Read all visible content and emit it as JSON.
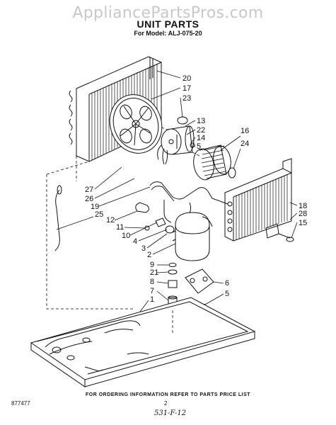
{
  "watermark": "AppliancePartsPros.com",
  "header": {
    "title": "UNIT PARTS",
    "subtitle": "For Model: ALJ-075-20"
  },
  "callouts": [
    {
      "key": "p20",
      "label": "20"
    },
    {
      "key": "p17",
      "label": "17"
    },
    {
      "key": "p23",
      "label": "23"
    },
    {
      "key": "p13",
      "label": "13"
    },
    {
      "key": "p22",
      "label": "22"
    },
    {
      "key": "p14",
      "label": "14"
    },
    {
      "key": "p5b",
      "label": "5"
    },
    {
      "key": "p16",
      "label": "16"
    },
    {
      "key": "p24",
      "label": "24"
    },
    {
      "key": "p27",
      "label": "27"
    },
    {
      "key": "p26",
      "label": "26"
    },
    {
      "key": "p19",
      "label": "19"
    },
    {
      "key": "p25",
      "label": "25"
    },
    {
      "key": "p12",
      "label": "12"
    },
    {
      "key": "p11",
      "label": "11"
    },
    {
      "key": "p10",
      "label": "10"
    },
    {
      "key": "p4",
      "label": "4"
    },
    {
      "key": "p3",
      "label": "3"
    },
    {
      "key": "p2",
      "label": "2"
    },
    {
      "key": "p18",
      "label": "18"
    },
    {
      "key": "p28",
      "label": "28"
    },
    {
      "key": "p15",
      "label": "15"
    },
    {
      "key": "p9",
      "label": "9"
    },
    {
      "key": "p21",
      "label": "21"
    },
    {
      "key": "p8",
      "label": "8"
    },
    {
      "key": "p7",
      "label": "7"
    },
    {
      "key": "p1",
      "label": "1"
    },
    {
      "key": "p6",
      "label": "6"
    },
    {
      "key": "p5",
      "label": "5"
    }
  ],
  "footer": {
    "note": "FOR ORDERING INFORMATION REFER TO PARTS PRICE LIST",
    "doc_number": "877477",
    "page_number": "2",
    "handwritten": "531-F-12"
  }
}
